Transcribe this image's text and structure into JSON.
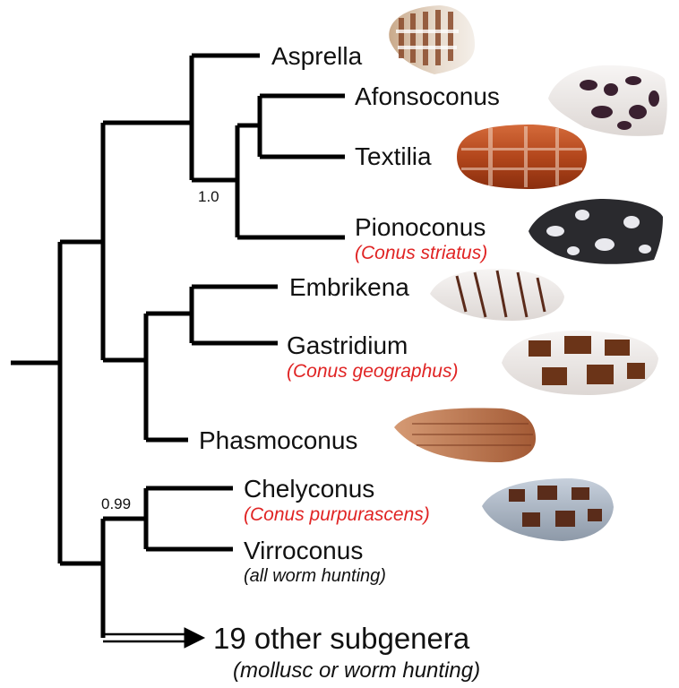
{
  "taxa": {
    "asprella": "Asprella",
    "afonsoconus": "Afonsoconus",
    "textilia": "Textilia",
    "pionoconus": "Pionoconus",
    "embrikena": "Embrikena",
    "gastridium": "Gastridium",
    "phasmoconus": "Phasmoconus",
    "chelyconus": "Chelyconus",
    "virroconus": "Virroconus"
  },
  "species_notes": {
    "pionoconus": "(Conus striatus)",
    "gastridium": "(Conus geographus)",
    "chelyconus": "(Conus purpurascens)",
    "virroconus": "(all worm hunting)"
  },
  "support_values": {
    "textilia_pionoconus_clade": "1.0",
    "chelyconus_virroconus_clade": "0.99"
  },
  "outgroup": {
    "label": "19 other subgenera",
    "note": "(mollusc or worm hunting)"
  },
  "colors": {
    "branch": "#000000",
    "species_highlight": "#e02424"
  },
  "shell_icons": [
    "asprella-shell",
    "afonsoconus-shell",
    "textilia-shell",
    "pionoconus-shell",
    "embrikena-shell",
    "gastridium-shell",
    "phasmoconus-shell",
    "chelyconus-shell"
  ]
}
